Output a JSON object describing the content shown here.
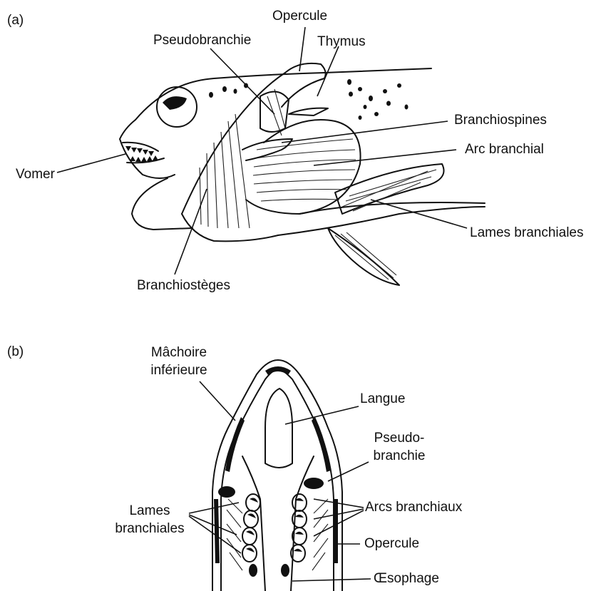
{
  "panel_a": {
    "letter": "(a)",
    "labels": {
      "opercule": "Opercule",
      "pseudobranchie": "Pseudobranchie",
      "thymus": "Thymus",
      "branchiospines": "Branchiospines",
      "arc_branchial": "Arc branchial",
      "vomer": "Vomer",
      "lames_branchiales": "Lames branchiales",
      "branchiosteges": "Branchiostèges"
    }
  },
  "panel_b": {
    "letter": "(b)",
    "labels": {
      "machoire_line1": "Mâchoire",
      "machoire_line2": "inférieure",
      "langue": "Langue",
      "pseudo_line1": "Pseudo-",
      "pseudo_line2": "branchie",
      "lames_line1": "Lames",
      "lames_line2": "branchiales",
      "arcs_branchiaux": "Arcs branchiaux",
      "opercule": "Opercule",
      "oesophage": "Œsophage"
    }
  }
}
